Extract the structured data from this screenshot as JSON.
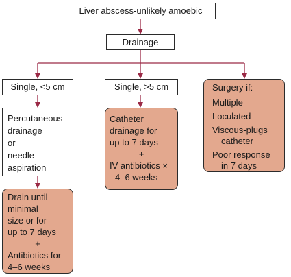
{
  "nodes": {
    "root": "Liver abscess-unlikely amoebic",
    "drainage": "Drainage",
    "small": "Single, <5 cm",
    "large": "Single, >5 cm",
    "surgery": {
      "title": "Surgery if:",
      "items": [
        "Multiple",
        "Loculated",
        "Viscous-plugs",
        "catheter",
        "Poor response",
        "in 7 days"
      ]
    },
    "percutaneous": [
      "Percutaneous",
      "drainage",
      "or",
      "needle",
      "aspiration"
    ],
    "catheter": [
      "Catheter",
      "drainage for",
      "up to 7 days",
      "+",
      "IV antibiotics ×",
      "4–6 weeks"
    ],
    "drain_until": [
      "Drain until",
      "minimal",
      "size or for",
      "up to 7 days",
      "+",
      "Antibiotics for",
      "4–6 weeks"
    ]
  },
  "colors": {
    "connector": "#9b2a46",
    "filled_box": "#e3a88e",
    "border": "#2b2b2b"
  }
}
